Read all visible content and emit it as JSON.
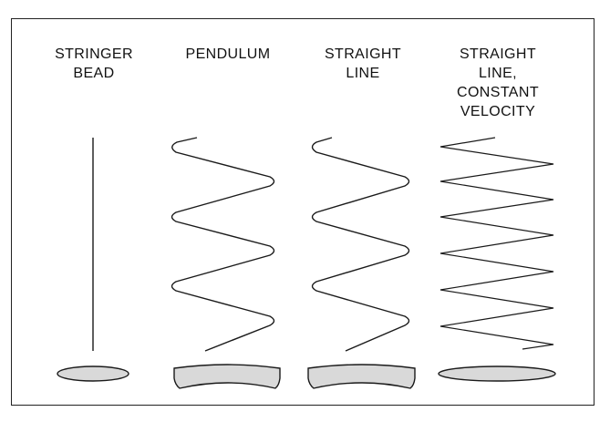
{
  "labels": {
    "stringer": [
      "STRINGER",
      "BEAD"
    ],
    "pendulum": [
      "PENDULUM"
    ],
    "straight": [
      "STRAIGHT",
      "LINE"
    ],
    "constant": [
      "STRAIGHT",
      "LINE,",
      "CONSTANT",
      "VELOCITY"
    ]
  },
  "colors": {
    "stroke": "#1a1a1a",
    "bead_fill": "#d9d9d9",
    "frame": "#222222"
  }
}
